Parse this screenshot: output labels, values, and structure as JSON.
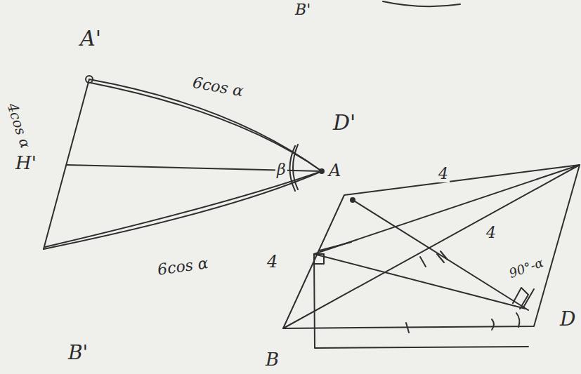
{
  "diagram": {
    "labels": [
      "B'",
      "A'",
      "6cos α",
      "D'",
      "4cos α",
      "H'",
      "β",
      "A",
      "B'",
      "6cos α",
      "4",
      "4",
      "4",
      "90°-α",
      "B",
      "D"
    ]
  }
}
